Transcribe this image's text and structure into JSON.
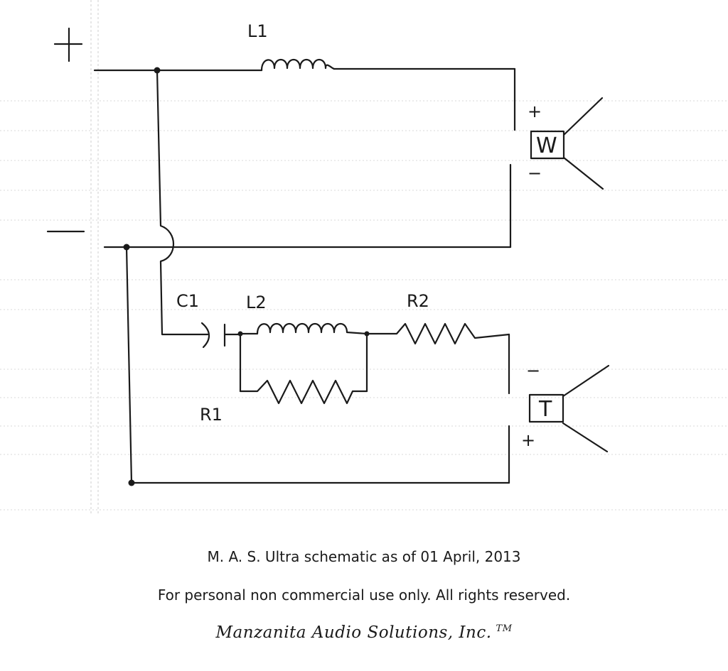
{
  "diagram": {
    "labels": {
      "plus_terminal": "+",
      "minus_terminal": "—",
      "inductor_1": "L1",
      "inductor_2": "L2",
      "capacitor_1": "C1",
      "resistor_1": "R1",
      "resistor_2": "R2",
      "woofer": "W",
      "tweeter": "T",
      "woofer_plus": "+",
      "woofer_minus": "−",
      "tweeter_minus": "−",
      "tweeter_plus": "+"
    }
  },
  "caption": {
    "title": "M. A. S. Ultra schematic as of 01 April, 2013",
    "rights": "For personal non commercial use only.  All rights reserved."
  },
  "signature": {
    "company": "Manzanita Audio Solutions, Inc.",
    "trademark": "TM"
  }
}
